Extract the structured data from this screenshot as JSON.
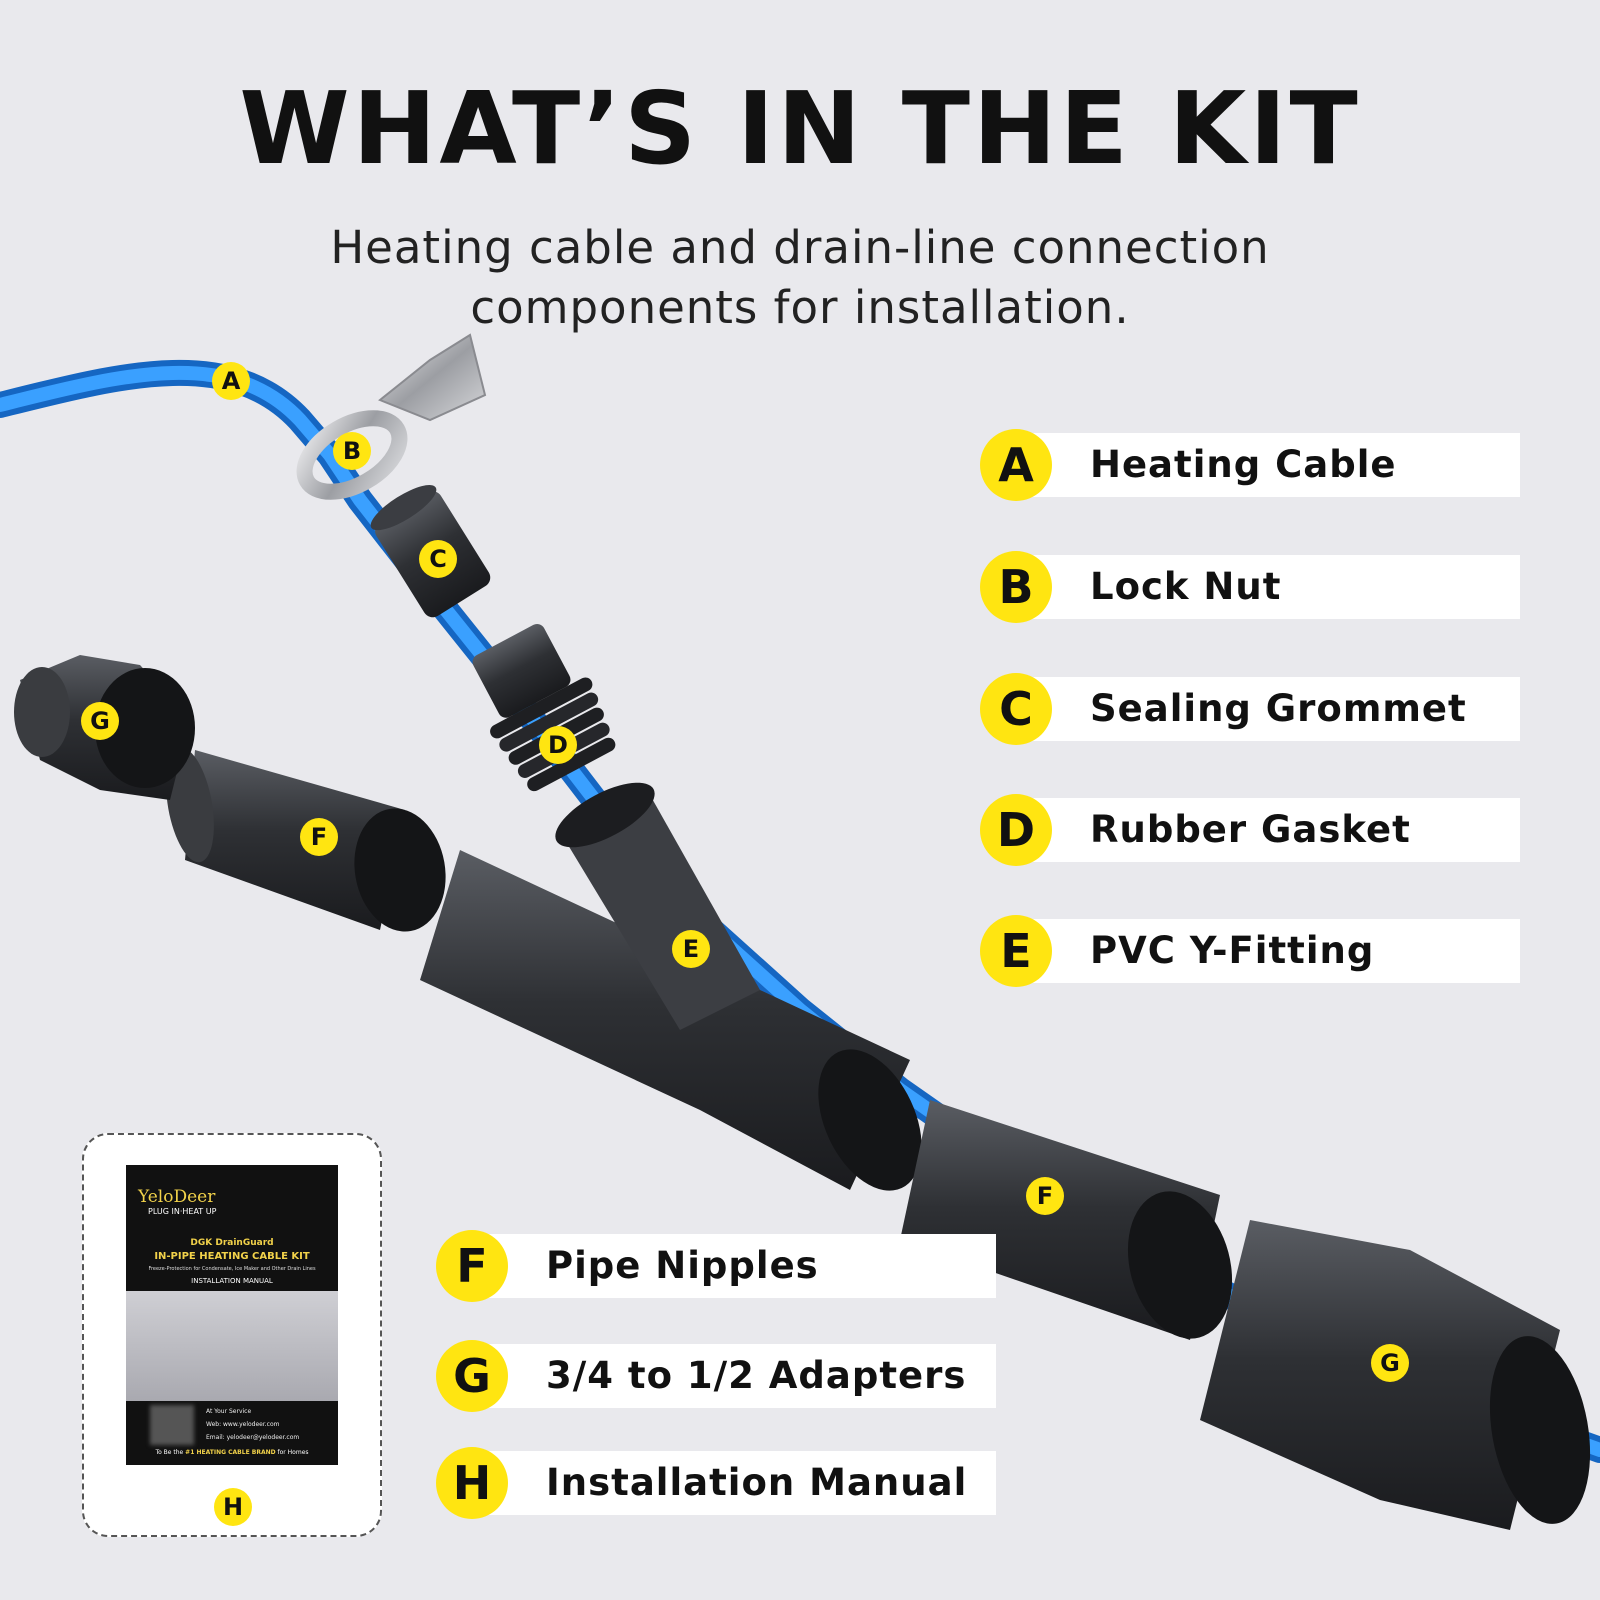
{
  "title": "WHAT’S IN THE KIT",
  "subtitle_line1": "Heating cable and drain-line connection",
  "subtitle_line2": "components for installation.",
  "legend": [
    {
      "letter": "A",
      "label": "Heating Cable"
    },
    {
      "letter": "B",
      "label": "Lock Nut"
    },
    {
      "letter": "C",
      "label": "Sealing Grommet"
    },
    {
      "letter": "D",
      "label": "Rubber Gasket"
    },
    {
      "letter": "E",
      "label": "PVC Y-Fitting"
    },
    {
      "letter": "F",
      "label": "Pipe Nipples"
    },
    {
      "letter": "G",
      "label": "3/4 to 1/2 Adapters"
    },
    {
      "letter": "H",
      "label": "Installation Manual"
    }
  ],
  "callouts": [
    "A",
    "B",
    "C",
    "D",
    "E",
    "F",
    "G",
    "F",
    "G",
    "H"
  ],
  "manual": {
    "brand": "YeloDeer",
    "tagline": "PLUG IN·HEAT UP",
    "product": "DGK  DrainGuard",
    "kit_title": "IN-PIPE HEATING CABLE KIT",
    "freeze_line": "Freeze-Protection for Condensate, Ice Maker and Other Drain Lines",
    "doc_type": "INSTALLATION MANUAL",
    "service": "At Your Service",
    "web": "Web: www.yelodeer.com",
    "email": "Email: yelodeer@yelodeer.com",
    "footer_pre": "To Be the",
    "footer_bold": "#1 HEATING CABLE BRAND",
    "footer_post": "for Homes"
  },
  "colors": {
    "background": "#e9e9ed",
    "badge": "#ffe511",
    "cable": "#1a86e6",
    "pvc": "#2a2c30"
  }
}
